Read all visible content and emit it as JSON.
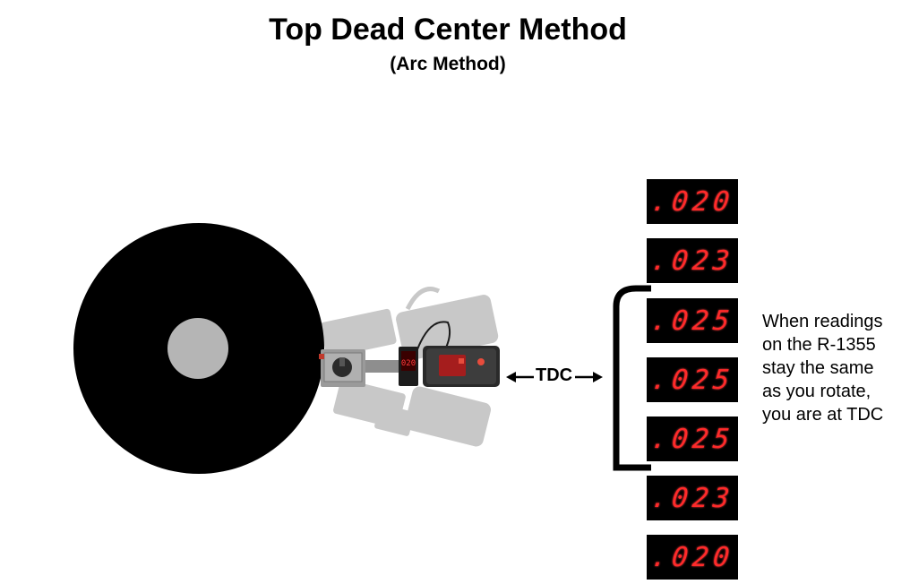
{
  "title": "Top Dead Center Method",
  "subtitle": "(Arc Method)",
  "tdc_label": "TDC",
  "readings": [
    ".020",
    ".023",
    ".025",
    ".025",
    ".025",
    ".023",
    ".020"
  ],
  "note_lines": [
    "When readings",
    "on the R-1355",
    "stay the same",
    "as you rotate,",
    "you are at TDC"
  ],
  "device_display": "020",
  "colors": {
    "flywheel": "#000000",
    "hub": "#b5b5b5",
    "tool_ghost": "#c4c4c4",
    "readout_bg": "#000000",
    "readout_text": "#ff2a2a"
  }
}
